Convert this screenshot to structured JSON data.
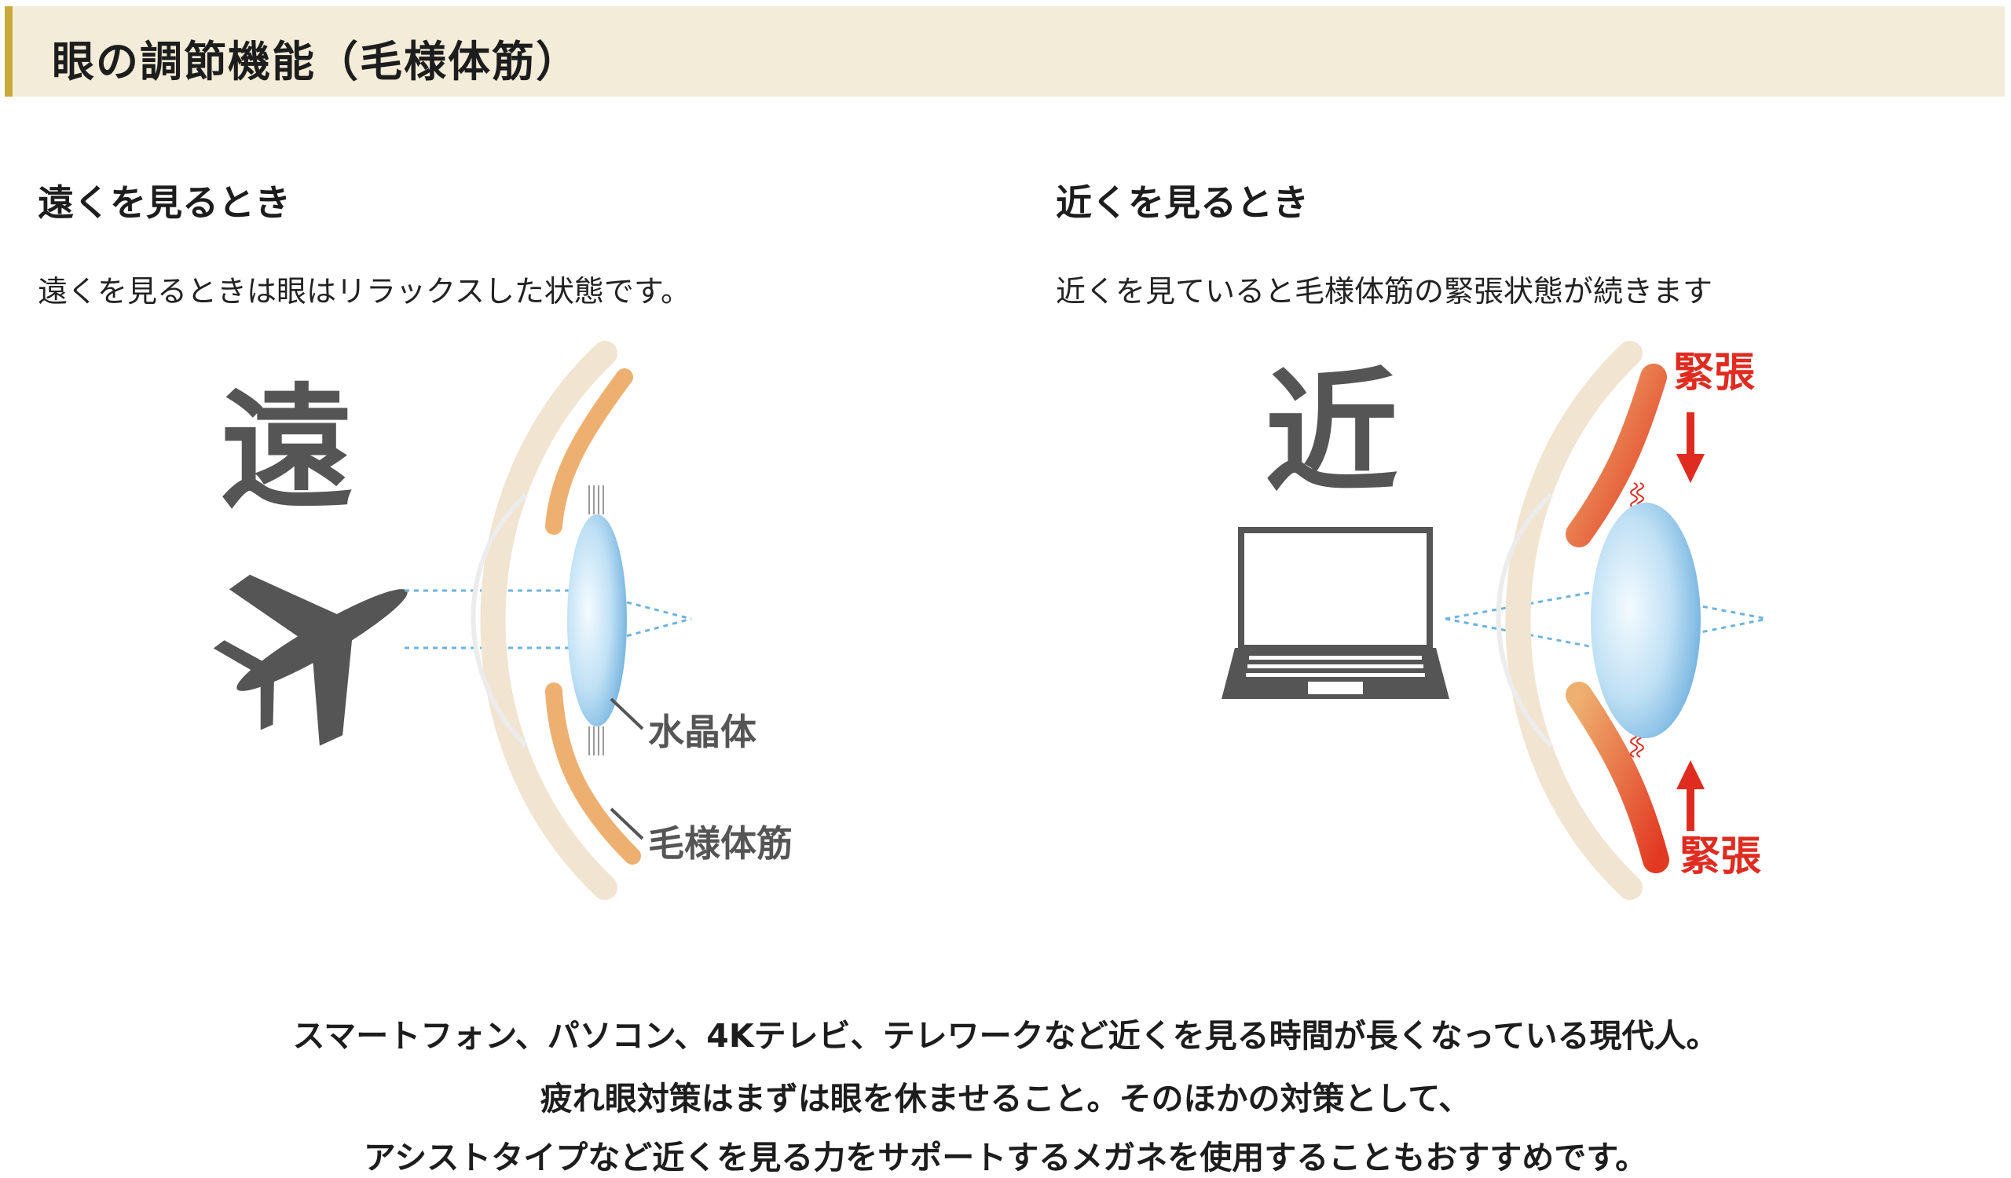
{
  "header": {
    "title": "眼の調節機能（毛様体筋）"
  },
  "far": {
    "title": "遠くを見るとき",
    "description": "遠くを見るときは眼はリラックスした状態です。",
    "big_char": "遠",
    "label_lens": "水晶体",
    "label_muscle": "毛様体筋"
  },
  "near": {
    "title": "近くを見るとき",
    "description": "近くを見ていると毛様体筋の緊張状態が続きます",
    "big_char": "近",
    "label_tension_top": "緊張",
    "label_tension_bottom": "緊張"
  },
  "footer": {
    "line1": "スマートフォン、パソコン、4Kテレビ、テレワークなど近くを見る時間が長くなっている現代人。",
    "line2": "疲れ眼対策はまずは眼を休ませること。そのほかの対策として、",
    "line3": "アシストタイプなど近くを見る力をサポートするメガネを使用することもおすすめです。"
  },
  "colors": {
    "header_bg": "#f3ecd8",
    "header_accent": "#c7a93a",
    "muscle": "#eeb070",
    "tension": "#e02b20",
    "lens": "#8cc4e8",
    "icon_gray": "#555555"
  },
  "icons": {
    "far_object": "airplane-icon",
    "near_object": "laptop-icon"
  }
}
